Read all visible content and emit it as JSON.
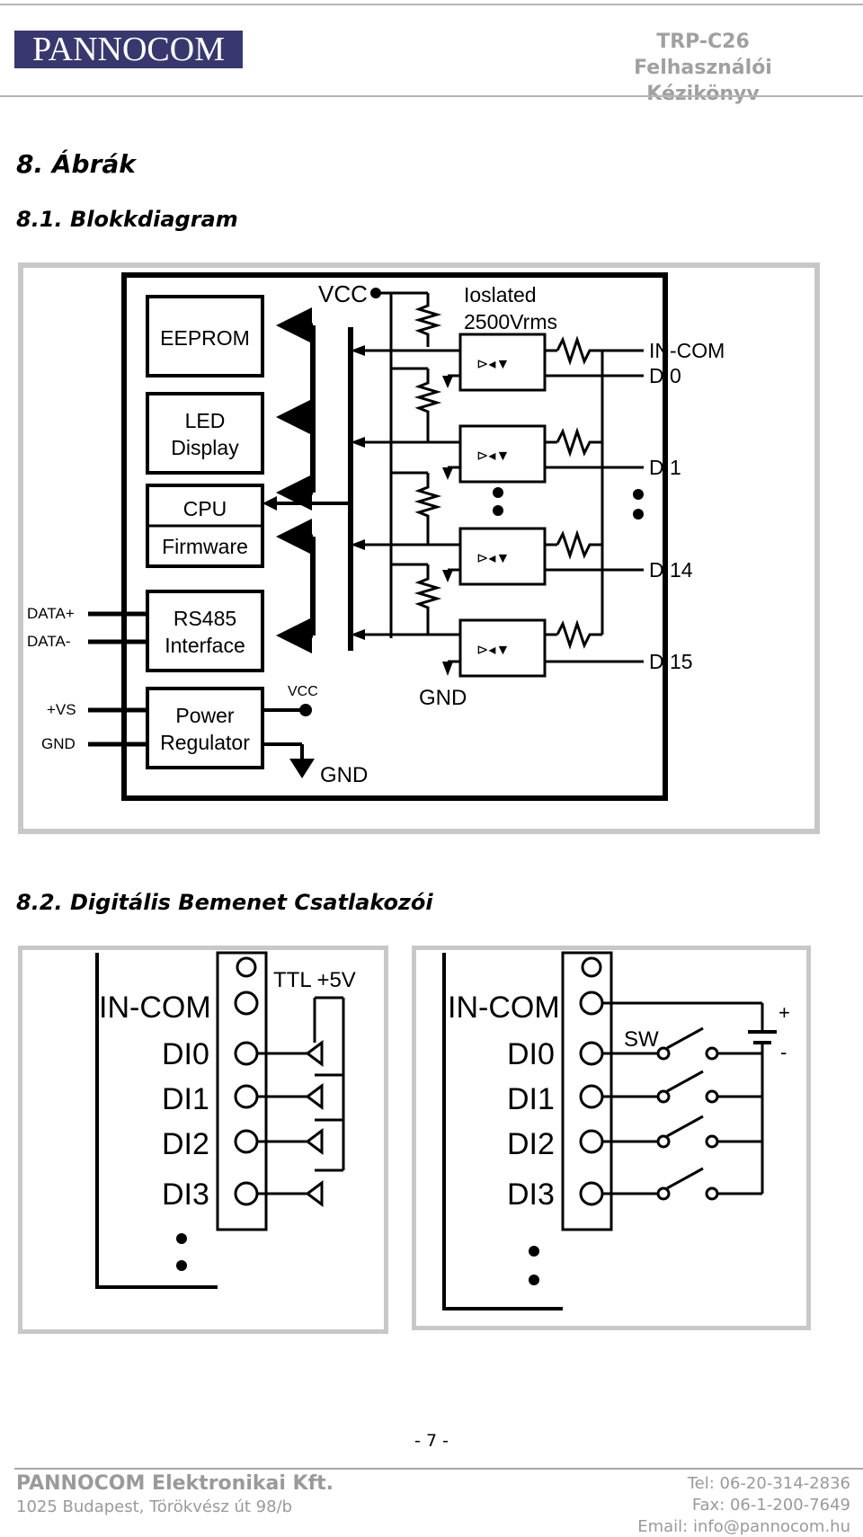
{
  "header": {
    "logo_text": "PANNOCOM",
    "doc_title_line1": "TRP-C26 Felhasználói",
    "doc_title_line2": "Kézikönyv"
  },
  "section": {
    "title": "8.  Ábrák"
  },
  "block_diagram": {
    "heading": "8.1. Blokkdiagram",
    "eeprom": "EEPROM",
    "led_line1": "LED",
    "led_line2": "Display",
    "cpu": "CPU",
    "firmware": "Firmware",
    "rs485_line1": "RS485",
    "rs485_line2": "Interface",
    "power_line1": "Power",
    "power_line2": "Regulator",
    "data_plus": "DATA+",
    "data_minus": "DATA-",
    "vs_plus": "+VS",
    "gnd_left": "GND",
    "vcc_small": "VCC",
    "gnd_power": "GND",
    "vcc_top": "VCC",
    "isolated_line1": "Ioslated",
    "isolated_line2": "2500Vrms",
    "in_com": "IN-COM",
    "di0": "DI0",
    "di1": "DI1",
    "di14": "DI14",
    "di15": "DI15",
    "gnd_bottom": "GND"
  },
  "connector_diagram": {
    "heading": "8.2. Digitális Bemenet Csatlakozói",
    "left": {
      "labels": [
        "IN-COM",
        "DI0",
        "DI1",
        "DI2",
        "DI3"
      ],
      "ttl_label": "TTL +5V"
    },
    "right": {
      "labels": [
        "IN-COM",
        "DI0",
        "DI1",
        "DI2",
        "DI3"
      ],
      "sw_label": "SW",
      "plus": "+",
      "minus": "-"
    }
  },
  "footer": {
    "page_number": "- 7 -",
    "company": "PANNOCOM Elektronikai Kft.",
    "address": "1025 Budapest, Törökvész út 98/b",
    "tel": "Tel: 06-20-314-2836",
    "fax": "Fax: 06-1-200-7649",
    "email": "Email: info@pannocom.hu"
  }
}
